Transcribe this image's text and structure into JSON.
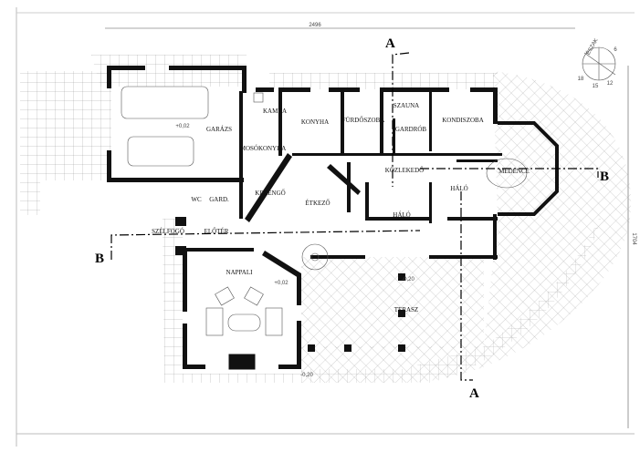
{
  "drawing": {
    "rooms": [
      {
        "id": "garazs",
        "name": "GARÁZS"
      },
      {
        "id": "kamra",
        "name": "KAMRA"
      },
      {
        "id": "konyha",
        "name": "KONYHA"
      },
      {
        "id": "furdoszoba",
        "name": "FÜRDŐSZOBA"
      },
      {
        "id": "szauna",
        "name": "SZAUNA"
      },
      {
        "id": "gardrob",
        "name": "GARDRÓB"
      },
      {
        "id": "kondiszoba",
        "name": "KONDISZOBA"
      },
      {
        "id": "mosokonyha",
        "name": "MOSÓKONYHA"
      },
      {
        "id": "kozlekedo",
        "name": "KÖZLEKEDŐ"
      },
      {
        "id": "halo1",
        "name": "HÁLÓ"
      },
      {
        "id": "halo2",
        "name": "HÁLÓ"
      },
      {
        "id": "medence",
        "name": "MEDENCE"
      },
      {
        "id": "kerengo",
        "name": "KERENGŐ"
      },
      {
        "id": "etkezo",
        "name": "ÉTKEZŐ"
      },
      {
        "id": "wc",
        "name": "WC"
      },
      {
        "id": "gard",
        "name": "GARD."
      },
      {
        "id": "eloter",
        "name": "ELŐTÉR"
      },
      {
        "id": "szelfogo",
        "name": "SZÉLFOGÓ"
      },
      {
        "id": "nappali",
        "name": "NAPPALI"
      },
      {
        "id": "terasz",
        "name": "TERASZ"
      }
    ],
    "sections": {
      "a": "A",
      "b": "B"
    },
    "dimensions": {
      "width": "2496",
      "height": "1704"
    },
    "compass": {
      "north": "ÉSZAK",
      "marks": [
        "6",
        "12",
        "15",
        "18"
      ]
    },
    "levels": {
      "garage": "+0,02",
      "ground": "+0,02",
      "terrace": "-0,20",
      "outer": "-0,20"
    }
  }
}
